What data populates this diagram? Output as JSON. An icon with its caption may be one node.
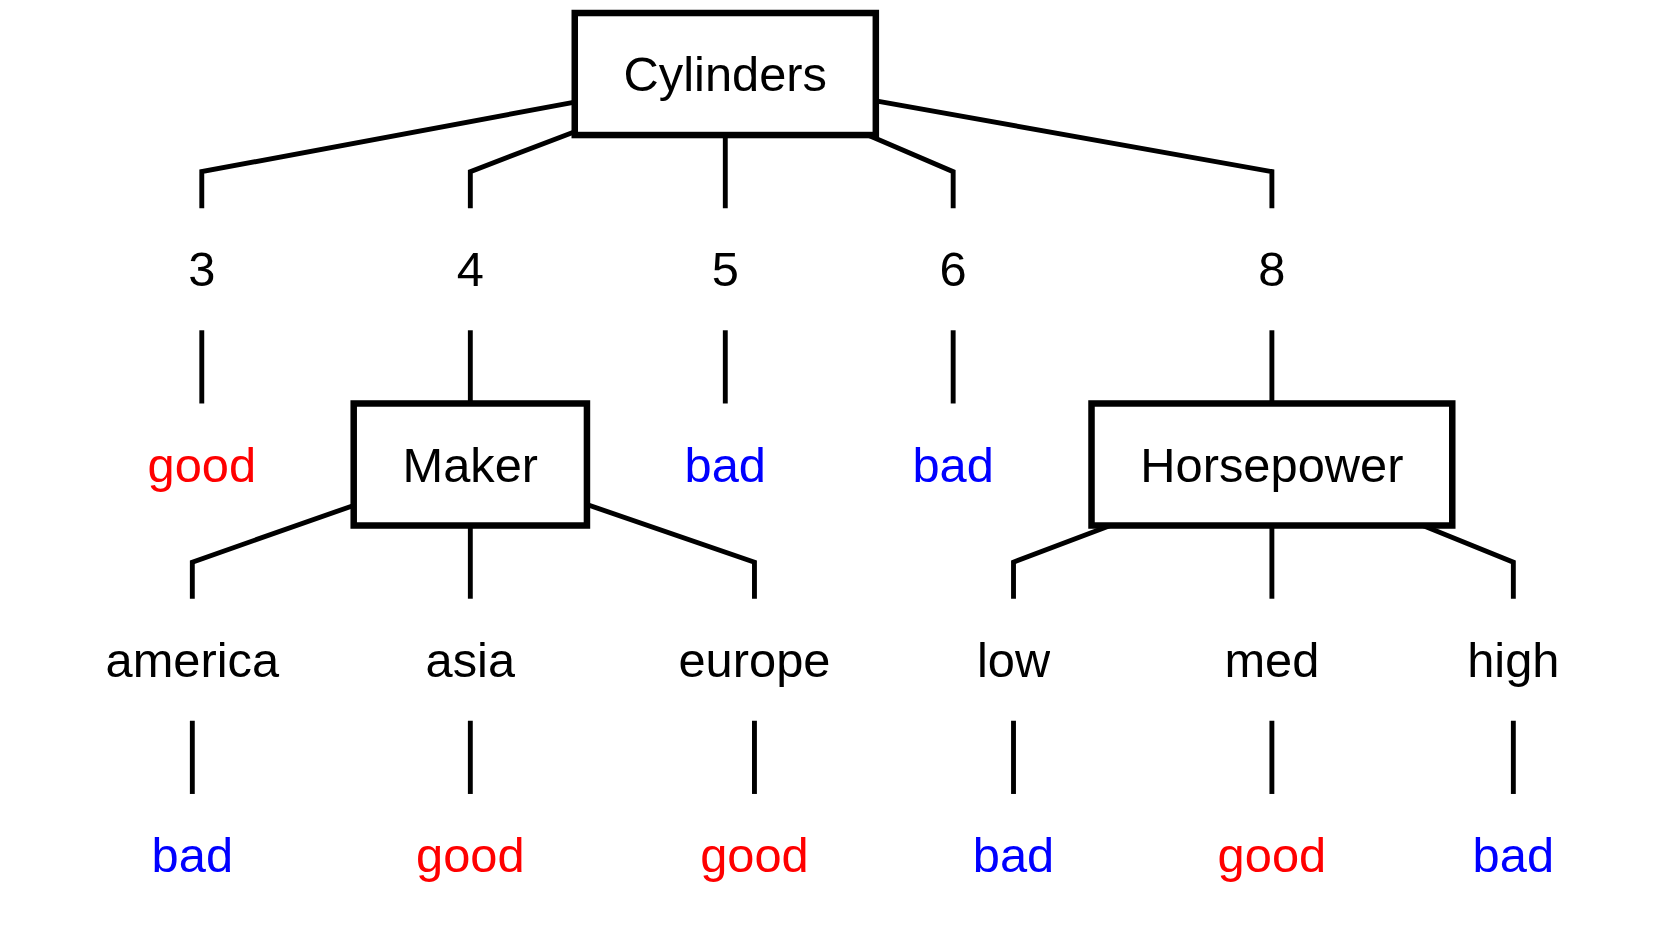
{
  "diagram": {
    "nodes": [
      {
        "text": [
          "Cylinders"
        ]
      },
      {
        "text": [
          "3"
        ]
      },
      {
        "text": [
          "4"
        ]
      },
      {
        "text": [
          "5"
        ]
      },
      {
        "text": [
          "6"
        ]
      },
      {
        "text": [
          "8"
        ]
      },
      {
        "text": [
          "good"
        ]
      },
      {
        "text": [
          "Maker"
        ]
      },
      {
        "text": [
          "bad"
        ]
      },
      {
        "text": [
          "bad"
        ]
      },
      {
        "text": [
          "Horsepower"
        ]
      },
      {
        "text": [
          "america"
        ]
      },
      {
        "text": [
          "asia"
        ]
      },
      {
        "text": [
          "europe"
        ]
      },
      {
        "text": [
          "low"
        ]
      },
      {
        "text": [
          "med"
        ]
      },
      {
        "text": [
          "high"
        ]
      },
      {
        "text": [
          "bad"
        ]
      },
      {
        "text": [
          "good"
        ]
      },
      {
        "text": [
          "good"
        ]
      },
      {
        "text": [
          "bad"
        ]
      },
      {
        "text": [
          "good"
        ]
      },
      {
        "text": [
          "bad"
        ]
      }
    ],
    "edges": [
      {
        "from": 0,
        "to": 1,
        "arrow": "none"
      },
      {
        "from": 0,
        "to": 2,
        "arrow": "none"
      },
      {
        "from": 0,
        "to": 3,
        "arrow": "none"
      },
      {
        "from": 0,
        "to": 4,
        "arrow": "none"
      },
      {
        "from": 0,
        "to": 5,
        "arrow": "none"
      },
      {
        "from": 1,
        "to": 6,
        "arrow": "none"
      },
      {
        "from": 2,
        "to": 7,
        "arrow": "none"
      },
      {
        "from": 3,
        "to": 8,
        "arrow": "none"
      },
      {
        "from": 4,
        "to": 9,
        "arrow": "none"
      },
      {
        "from": 5,
        "to": 10,
        "arrow": "none"
      },
      {
        "from": 7,
        "to": 11,
        "arrow": "none"
      },
      {
        "from": 7,
        "to": 12,
        "arrow": "none"
      },
      {
        "from": 7,
        "to": 13,
        "arrow": "none"
      },
      {
        "from": 10,
        "to": 14,
        "arrow": "none"
      },
      {
        "from": 10,
        "to": 15,
        "arrow": "none"
      },
      {
        "from": 10,
        "to": 16,
        "arrow": "none"
      },
      {
        "from": 11,
        "to": 17,
        "arrow": "none"
      },
      {
        "from": 12,
        "to": 18,
        "arrow": "none"
      },
      {
        "from": 13,
        "to": 19,
        "arrow": "none"
      },
      {
        "from": 14,
        "to": 20,
        "arrow": "none"
      },
      {
        "from": 15,
        "to": 21,
        "arrow": "none"
      },
      {
        "from": 16,
        "to": 22,
        "arrow": "none"
      }
    ]
  }
}
